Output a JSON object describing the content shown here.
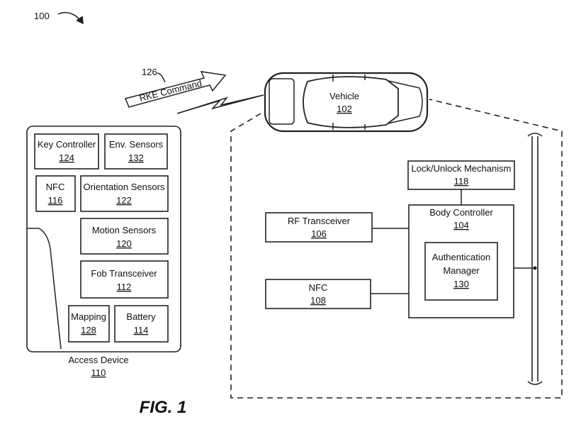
{
  "figure_number": "100",
  "figure_caption": "FIG. 1",
  "rke": {
    "ref": "126",
    "label": "RKE Command"
  },
  "vehicle": {
    "label": "Vehicle",
    "ref": "102"
  },
  "access_device": {
    "label": "Access Device",
    "ref": "110"
  },
  "key_controller": {
    "label": "Key Controller",
    "ref": "124"
  },
  "env_sensors": {
    "label": "Env. Sensors",
    "ref": "132"
  },
  "nfc_device": {
    "label": "NFC",
    "ref": "116"
  },
  "orientation_sensors": {
    "label": "Orientation Sensors",
    "ref": "122"
  },
  "motion_sensors": {
    "label": "Motion Sensors",
    "ref": "120"
  },
  "fob_transceiver": {
    "label": "Fob Transceiver",
    "ref": "112"
  },
  "mapping": {
    "label": "Mapping",
    "ref": "128"
  },
  "battery": {
    "label": "Battery",
    "ref": "114"
  },
  "lock_unlock": {
    "label": "Lock/Unlock Mechanism",
    "ref": "118"
  },
  "rf_transceiver": {
    "label": "RF Transceiver",
    "ref": "106"
  },
  "body_controller": {
    "label": "Body Controller",
    "ref": "104"
  },
  "auth_manager": {
    "line1": "Authentication",
    "line2": "Manager",
    "ref": "130"
  },
  "nfc_vehicle": {
    "label": "NFC",
    "ref": "108"
  }
}
